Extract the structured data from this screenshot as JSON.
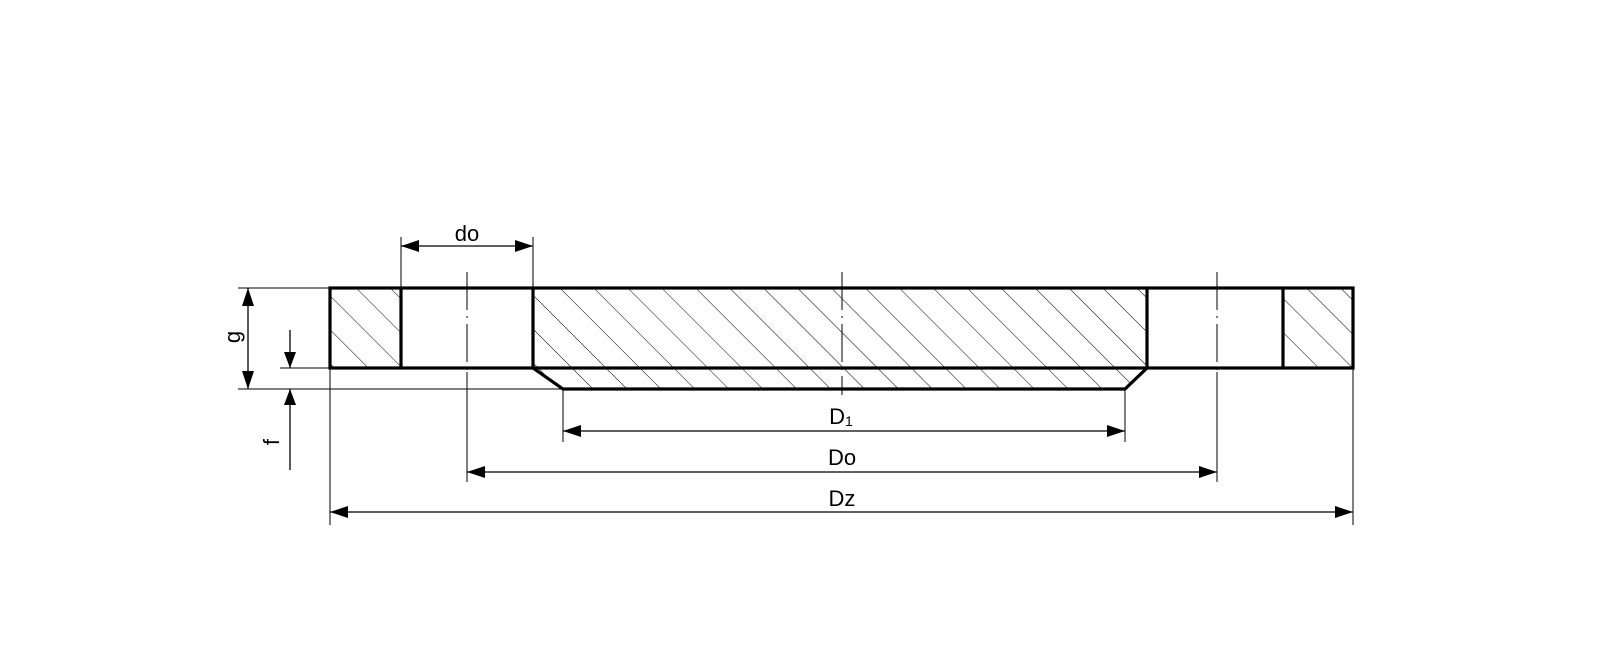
{
  "labels": {
    "do": "do",
    "g": "g",
    "f": "f",
    "D1_main": "D",
    "D1_sub": "1",
    "Do": "Do",
    "Dz": "Dz"
  }
}
